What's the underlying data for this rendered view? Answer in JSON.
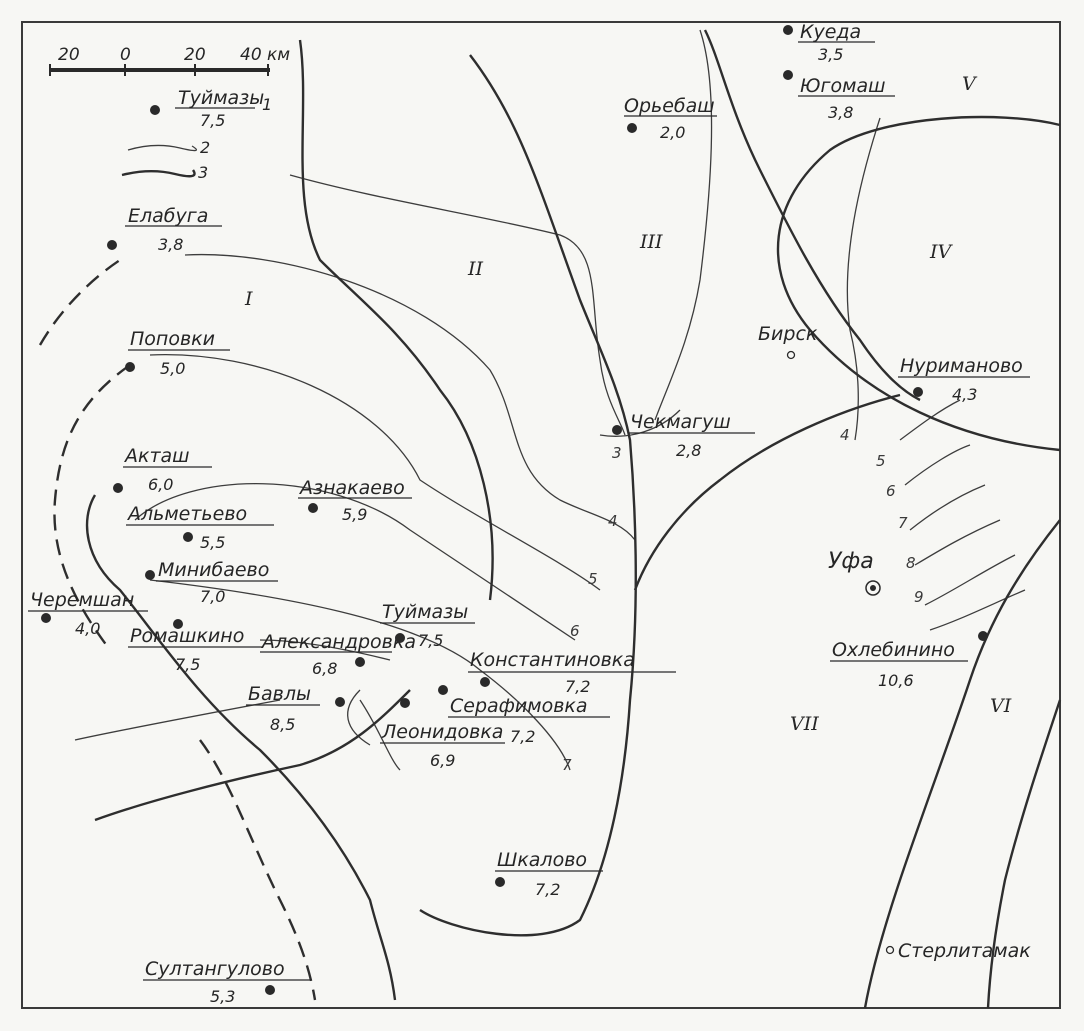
{
  "scale": {
    "ticks": [
      "20",
      "0",
      "20",
      "40 км"
    ]
  },
  "legend": [
    {
      "sample_label": "Туймазы",
      "sample_value": "7,5",
      "number": "1"
    },
    {
      "number": "2"
    },
    {
      "number": "3"
    }
  ],
  "settlements": [
    {
      "name": "Куеда",
      "value": "3,5"
    },
    {
      "name": "Югомаш",
      "value": "3,8"
    },
    {
      "name": "Орьебаш",
      "value": "2,0"
    },
    {
      "name": "Елабуга",
      "value": "3,8"
    },
    {
      "name": "Поповки",
      "value": "5,0"
    },
    {
      "name": "Акташ",
      "value": "6,0"
    },
    {
      "name": "Азнакаево",
      "value": "5,9"
    },
    {
      "name": "Альметьево",
      "value": "5,5"
    },
    {
      "name": "Минибаево",
      "value": "7,0"
    },
    {
      "name": "Черемшан",
      "value": "4,0"
    },
    {
      "name": "Ромашкино",
      "value": "7,5"
    },
    {
      "name": "Александровка",
      "value": "6,8"
    },
    {
      "name": "Туймазы",
      "value": "7,5"
    },
    {
      "name": "Константиновка",
      "value": "7,2"
    },
    {
      "name": "Серафимовка",
      "value": "7,2"
    },
    {
      "name": "Бавлы",
      "value": "8,5"
    },
    {
      "name": "Леонидовка",
      "value": "6,9"
    },
    {
      "name": "Чекмагуш",
      "value": "2,8"
    },
    {
      "name": "Нуриманово",
      "value": "4,3"
    },
    {
      "name": "Охлебинино",
      "value": "10,6"
    },
    {
      "name": "Шкалово",
      "value": "7,2"
    },
    {
      "name": "Султангулово",
      "value": "5,3"
    }
  ],
  "plain_places": [
    "Бирск",
    "Уфа",
    "Стерлитамак"
  ],
  "regions": [
    "I",
    "II",
    "III",
    "IV",
    "V",
    "VI",
    "VII"
  ],
  "isoline_labels": [
    "3",
    "4",
    "5",
    "6",
    "7",
    "4",
    "5",
    "6",
    "7",
    "8",
    "9"
  ]
}
